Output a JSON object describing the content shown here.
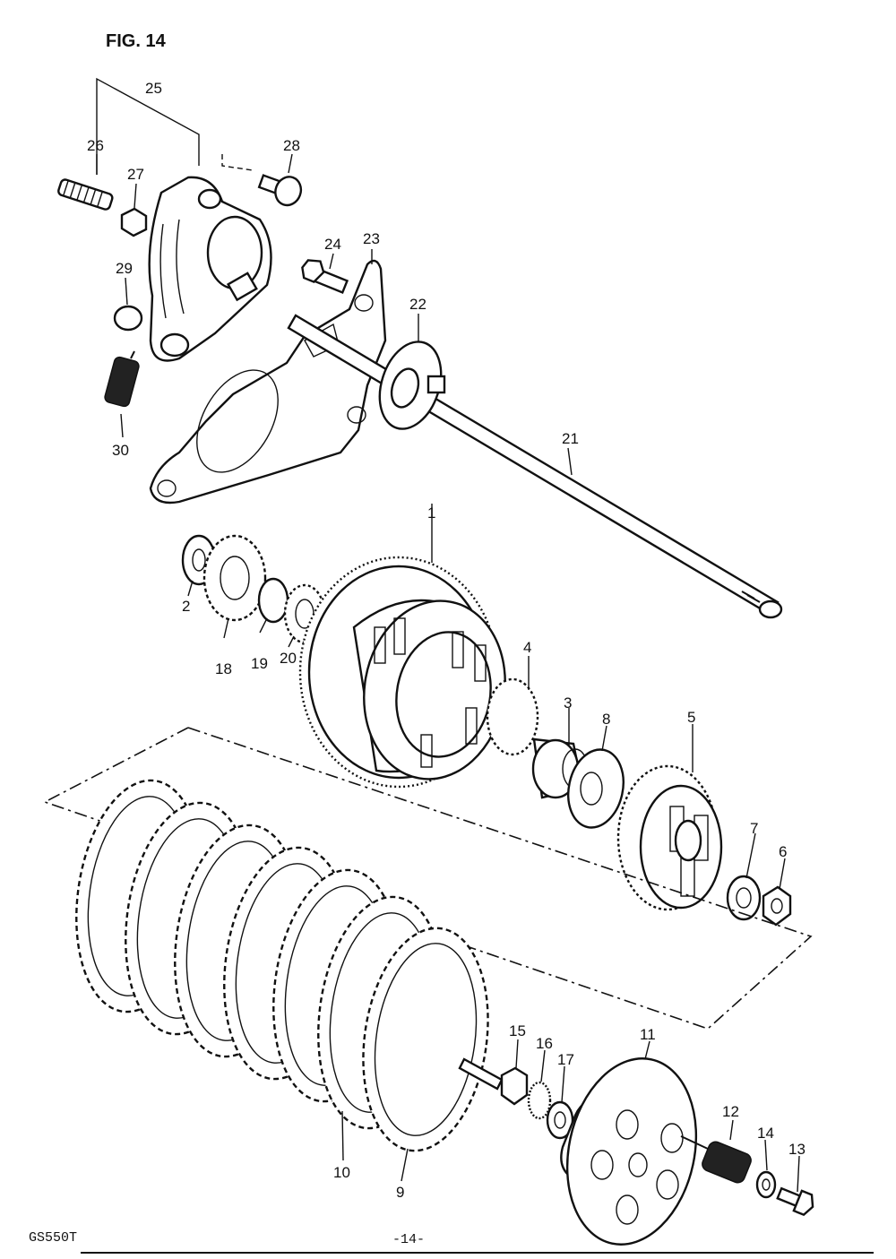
{
  "figure": {
    "title": "FIG. 14",
    "model": "GS550T",
    "page": "-14-"
  },
  "parts": [
    {
      "key": "1",
      "label": "1"
    },
    {
      "key": "2",
      "label": "2"
    },
    {
      "key": "3",
      "label": "3"
    },
    {
      "key": "4",
      "label": "4"
    },
    {
      "key": "5",
      "label": "5"
    },
    {
      "key": "6",
      "label": "6"
    },
    {
      "key": "7",
      "label": "7"
    },
    {
      "key": "8",
      "label": "8"
    },
    {
      "key": "9",
      "label": "9"
    },
    {
      "key": "10",
      "label": "10"
    },
    {
      "key": "11",
      "label": "11"
    },
    {
      "key": "12",
      "label": "12"
    },
    {
      "key": "13",
      "label": "13"
    },
    {
      "key": "14",
      "label": "14"
    },
    {
      "key": "15",
      "label": "15"
    },
    {
      "key": "16",
      "label": "16"
    },
    {
      "key": "17",
      "label": "17"
    },
    {
      "key": "18",
      "label": "18"
    },
    {
      "key": "19",
      "label": "19"
    },
    {
      "key": "20",
      "label": "20"
    },
    {
      "key": "21",
      "label": "21"
    },
    {
      "key": "22",
      "label": "22"
    },
    {
      "key": "23",
      "label": "23"
    },
    {
      "key": "24",
      "label": "24"
    },
    {
      "key": "25",
      "label": "25"
    },
    {
      "key": "26",
      "label": "26"
    },
    {
      "key": "27",
      "label": "27"
    },
    {
      "key": "28",
      "label": "28"
    },
    {
      "key": "29",
      "label": "29"
    },
    {
      "key": "30",
      "label": "30"
    }
  ]
}
